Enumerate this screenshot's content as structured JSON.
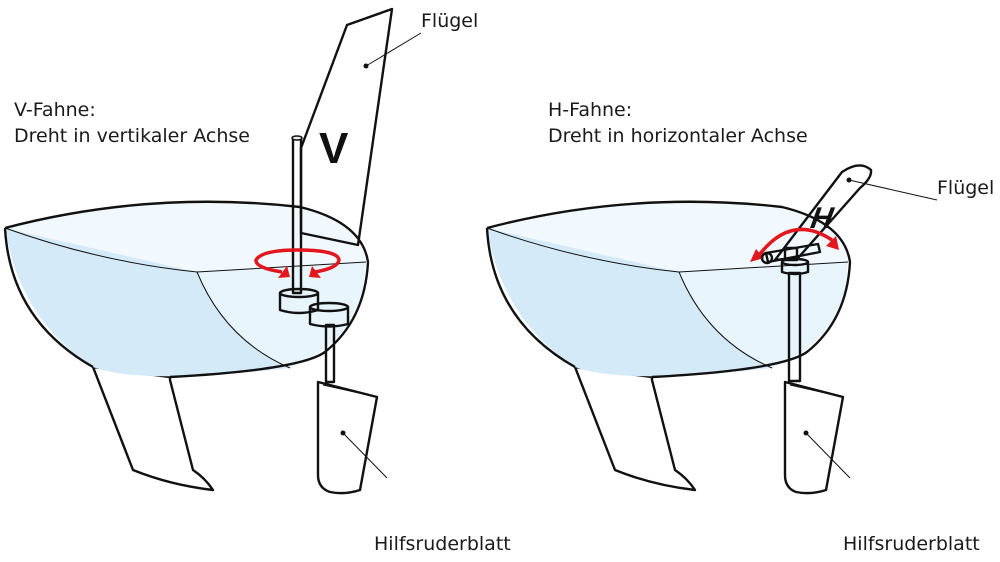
{
  "left": {
    "title": "V-Fahne:",
    "subtitle": "Dreht in vertikaler Achse",
    "vane_label": "Flügel",
    "blade_label": "Hilfsruderblatt",
    "vane_letter": "V"
  },
  "right": {
    "title": "H-Fahne:",
    "subtitle": "Dreht in horizontaler Achse",
    "vane_label": "Flügel",
    "blade_label": "Hilfsruderblatt",
    "vane_letter": "H"
  },
  "colors": {
    "hull_dark": "#d4eaf8",
    "hull_light": "#e8f5fc",
    "deck": "#f1f9fe",
    "arrow": "#e3161d"
  }
}
